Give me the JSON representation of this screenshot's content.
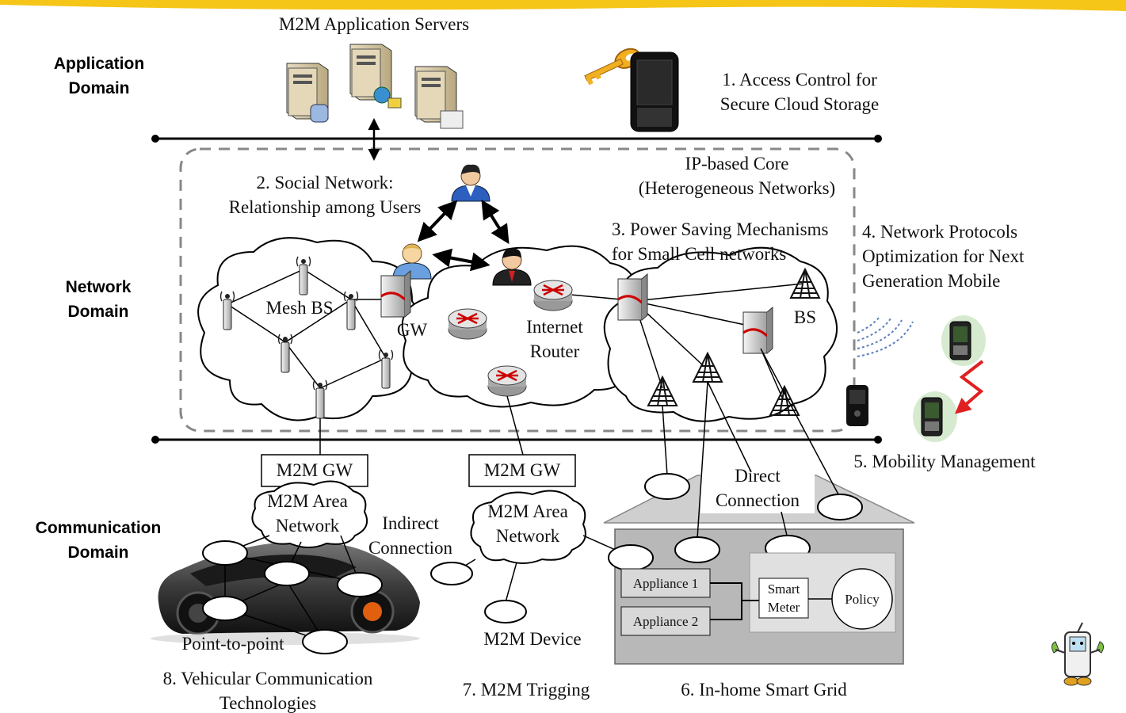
{
  "domains": {
    "application": [
      "Application",
      "Domain"
    ],
    "network": [
      "Network",
      "Domain"
    ],
    "communication": [
      "Communication",
      "Domain"
    ]
  },
  "labels": {
    "app_servers": "M2M Application Servers",
    "access_control": [
      "1. Access Control for",
      "Secure Cloud Storage"
    ],
    "social_network": [
      "2. Social Network:",
      "Relationship among Users"
    ],
    "ip_core": [
      "IP-based Core",
      "(Heterogeneous Networks)"
    ],
    "power_saving": [
      "3. Power Saving Mechanisms",
      "for Small Cell networks"
    ],
    "network_protocols": [
      "4. Network Protocols",
      "Optimization for Next",
      "Generation Mobile"
    ],
    "mesh_bs": "Mesh BS",
    "gw": "GW",
    "internet_router": [
      "Internet",
      "Router"
    ],
    "bs": "BS",
    "mobility": "5. Mobility Management",
    "m2m_gw": "M2M GW",
    "m2m_area_network": [
      "M2M Area",
      "Network"
    ],
    "indirect_connection": [
      "Indirect",
      "Connection"
    ],
    "direct_connection": [
      "Direct",
      "Connection"
    ],
    "appliance1": "Appliance 1",
    "appliance2": "Appliance 2",
    "smart_meter": [
      "Smart",
      "Meter"
    ],
    "policy": "Policy",
    "point_to_point": "Point-to-point",
    "m2m_device": "M2M Device",
    "vehicular": [
      "8. Vehicular Communication",
      "Technologies"
    ],
    "trigging": "7. M2M Trigging",
    "smart_grid": "6. In-home Smart Grid"
  },
  "colors": {
    "banner": "#f5c518",
    "line": "#000000",
    "dashed_box": "#888888",
    "red_arrow": "#e02020",
    "signal": "#5a7fc0",
    "house": "#b8b8b8",
    "house_inner": "#e0e0e0",
    "roof": "#cfcfcf"
  },
  "icons": [
    "key-icon",
    "phone-icon",
    "server-icon",
    "user-icon",
    "router-icon",
    "antenna-icon",
    "tower-icon",
    "car-icon",
    "mascot-icon"
  ]
}
